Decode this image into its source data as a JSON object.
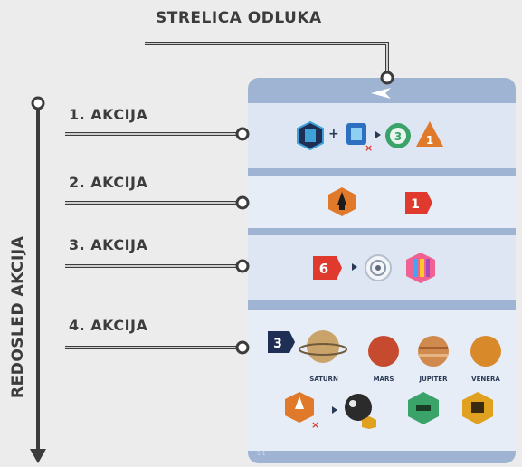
{
  "title": "STRELICA ODLUKA",
  "vertical_label": "REDOSLED AKCIJA",
  "actions": [
    {
      "label": "1. AKCIJA"
    },
    {
      "label": "2. AKCIJA"
    },
    {
      "label": "3. AKCIJA"
    },
    {
      "label": "4. AKCIJA"
    }
  ],
  "card": {
    "action1": {
      "plus": "+",
      "badge_a": "3",
      "badge_b": "1"
    },
    "action2": {
      "badge": "1"
    },
    "action3": {
      "badge": "6"
    },
    "action4": {
      "badge": "3",
      "planets": [
        {
          "name": "SATURN",
          "color": "#c9a36a"
        },
        {
          "name": "MARS",
          "color": "#c64a2e"
        },
        {
          "name": "JUPITER",
          "color": "#d08a4e"
        },
        {
          "name": "VENERA",
          "color": "#d88a2a"
        }
      ]
    },
    "footer": "5.1"
  },
  "colors": {
    "line": "#3c3c3c",
    "card": "#9fb4d2",
    "band": "#dde6f2",
    "accent_red": "#e03a2e",
    "accent_orange": "#e0792a"
  }
}
